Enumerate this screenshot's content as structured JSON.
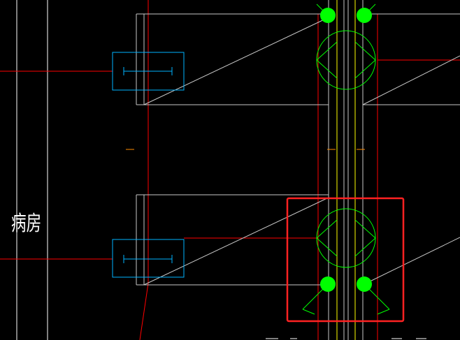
{
  "drawing": {
    "room_label": "病房",
    "colors": {
      "background": "#000000",
      "line_white": "#ffffff",
      "line_gray": "#c8c8c8",
      "line_red": "#ff0000",
      "line_yellow": "#ffff00",
      "line_orange": "#ff8c00",
      "fixture_green": "#00ff00",
      "equipment_cyan": "#00b4ff",
      "selection_red": "#ff2222"
    },
    "symbols": [
      "cyan-equipment-block",
      "green-lamp-symbol",
      "green-circle-fixture",
      "selection-rectangle"
    ]
  }
}
